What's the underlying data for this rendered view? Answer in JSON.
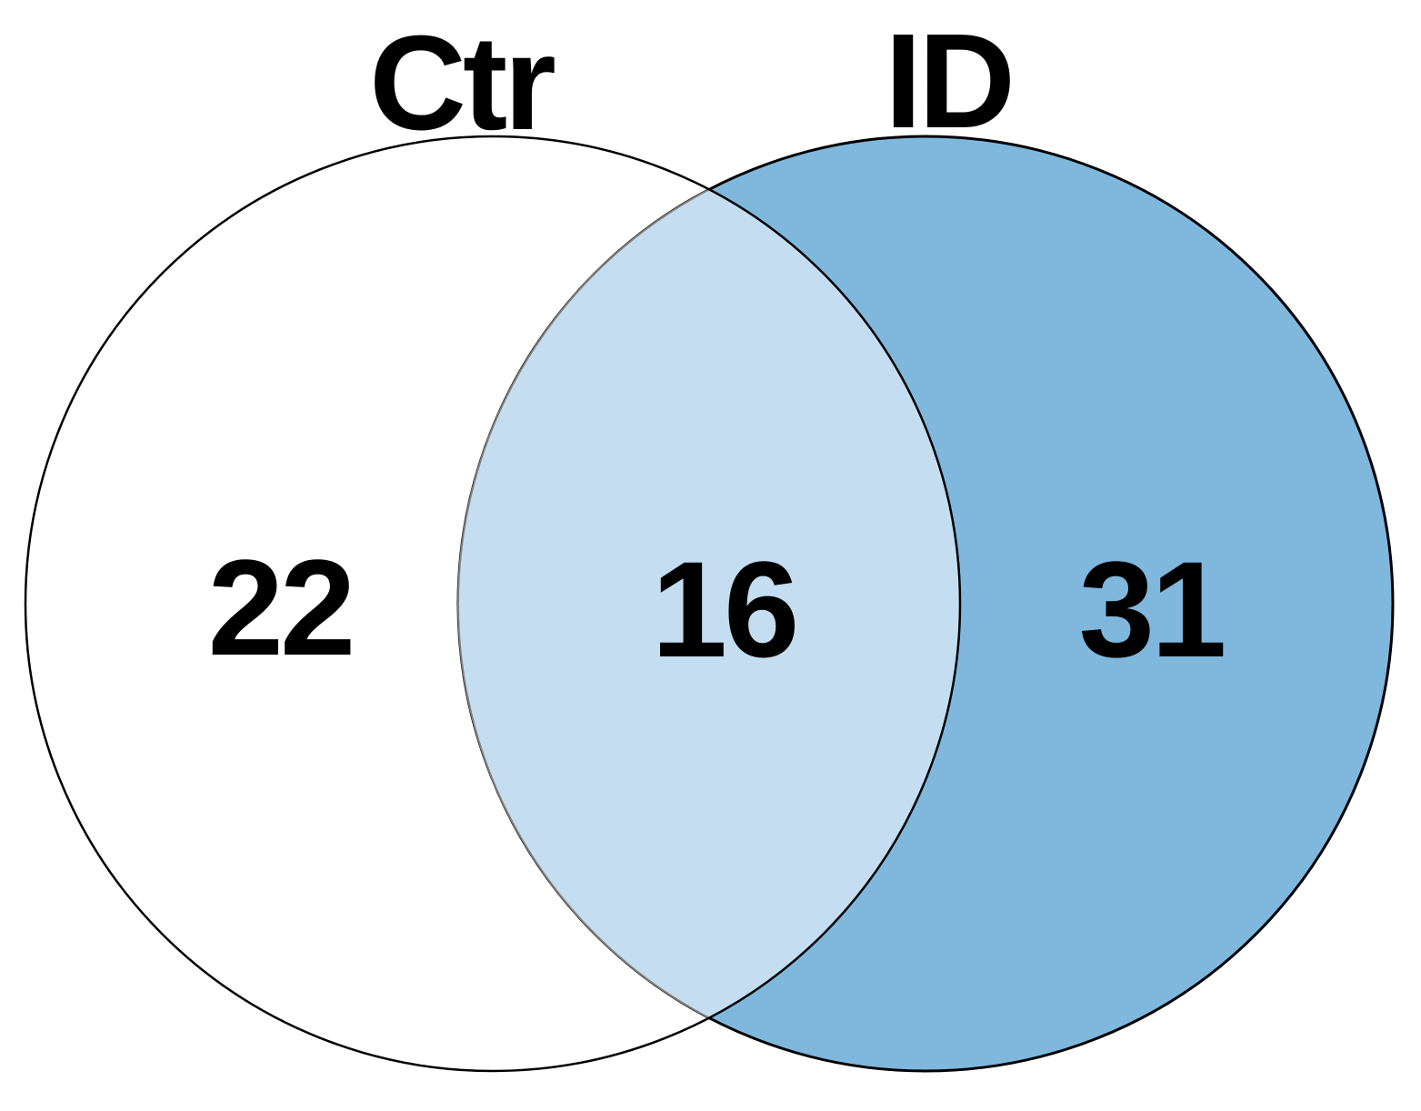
{
  "diagram": {
    "type": "venn-2-set",
    "sets": [
      {
        "label": "Ctr",
        "only_count": "22",
        "fill": "#ffffff"
      },
      {
        "label": "ID",
        "only_count": "31",
        "fill": "#7fb7dd"
      }
    ],
    "overlap": {
      "count": "16",
      "fill": "#c4ddf0"
    },
    "colors": {
      "outline": "#000000",
      "overlap_edge": "#808080",
      "text": "#000000",
      "background": "#ffffff"
    }
  }
}
